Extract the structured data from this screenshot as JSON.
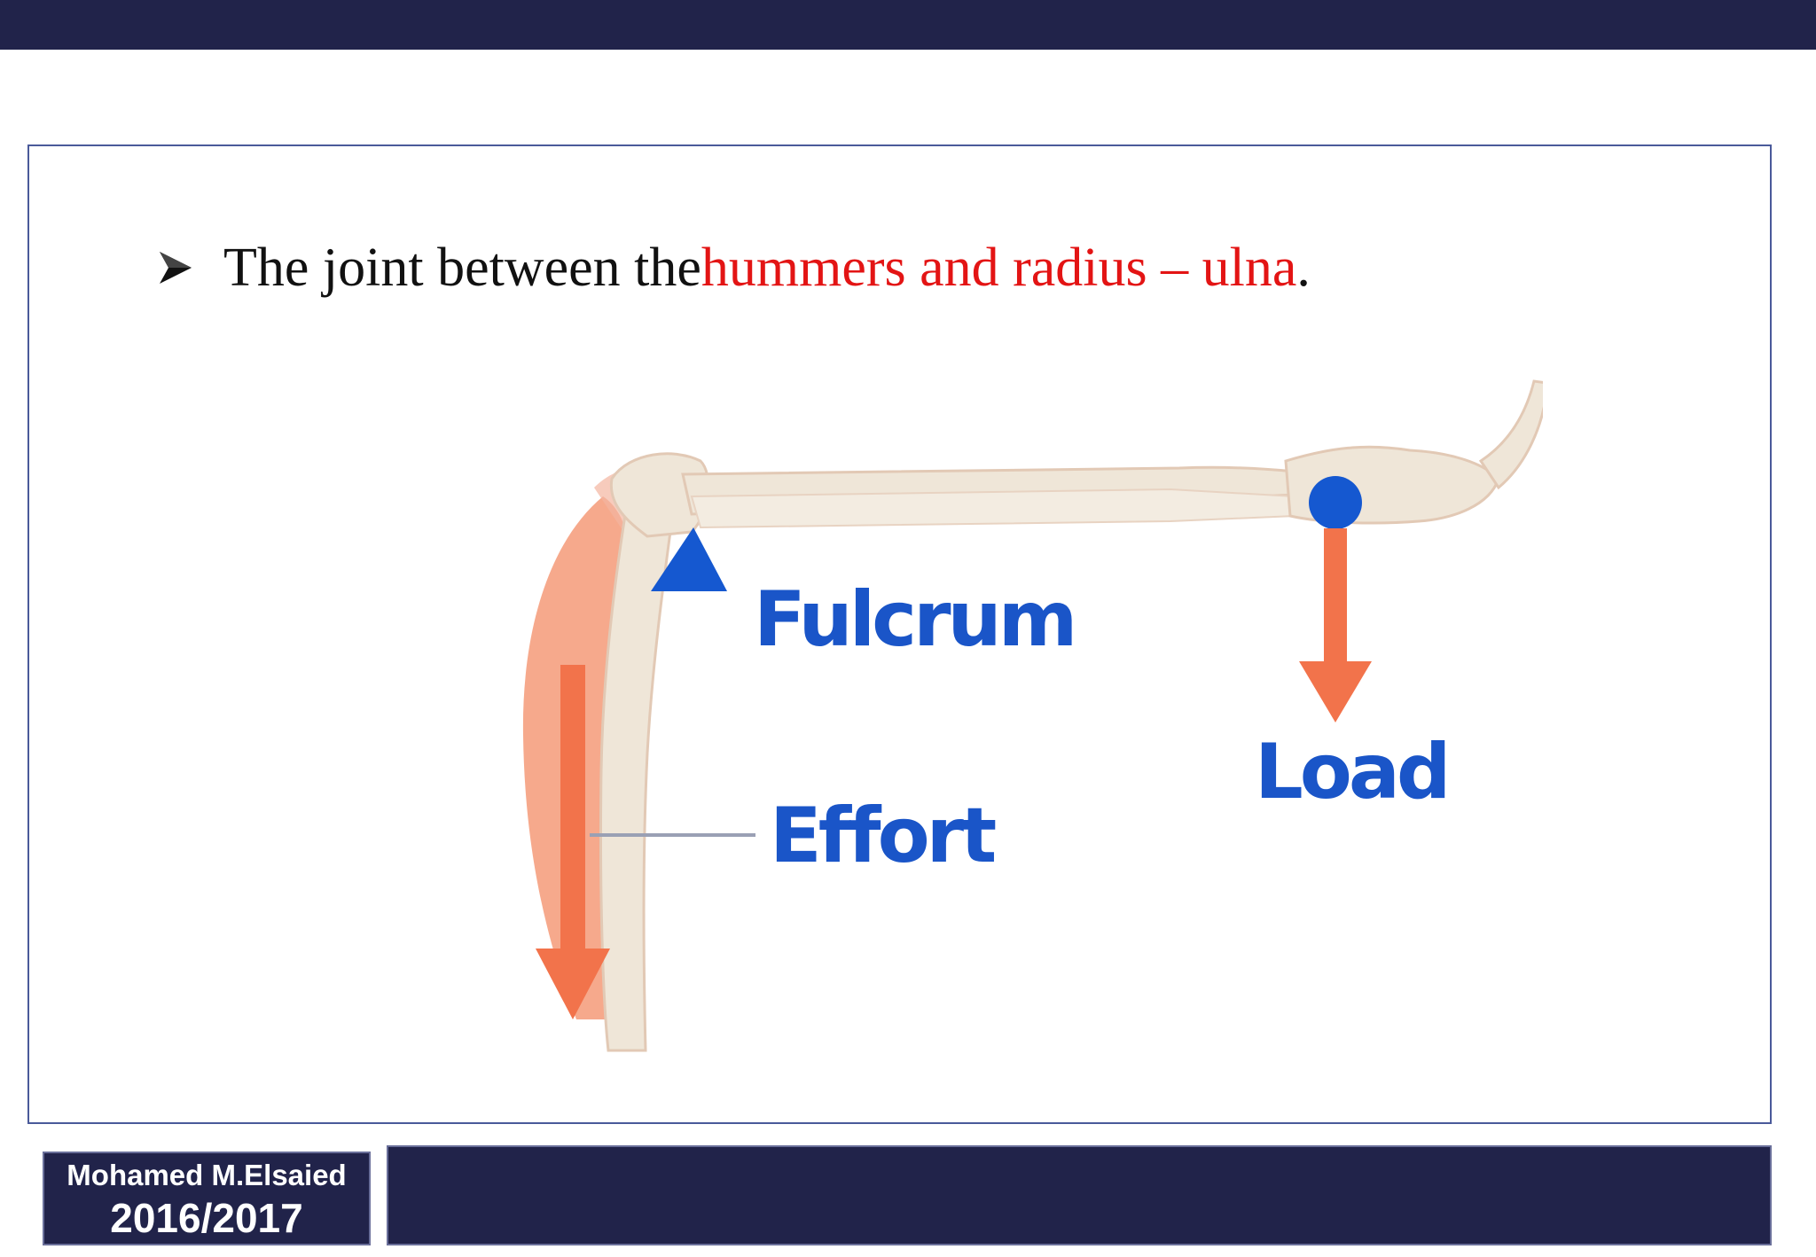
{
  "slide": {
    "bullet": {
      "text_before": "The joint between the ",
      "highlight": "hummers and radius – ulna",
      "text_after": " .",
      "highlight_color": "#e31414"
    },
    "diagram": {
      "labels": {
        "fulcrum": "Fulcrum",
        "load": "Load",
        "effort": "Effort"
      },
      "colors": {
        "label_blue": "#1a55c8",
        "arrow_orange": "#f2734b",
        "bone": "#efe6d8"
      }
    },
    "footer": {
      "author": "Mohamed M.Elsaied",
      "year": "2016/2017"
    },
    "colors": {
      "bar_navy": "#21234a"
    }
  }
}
